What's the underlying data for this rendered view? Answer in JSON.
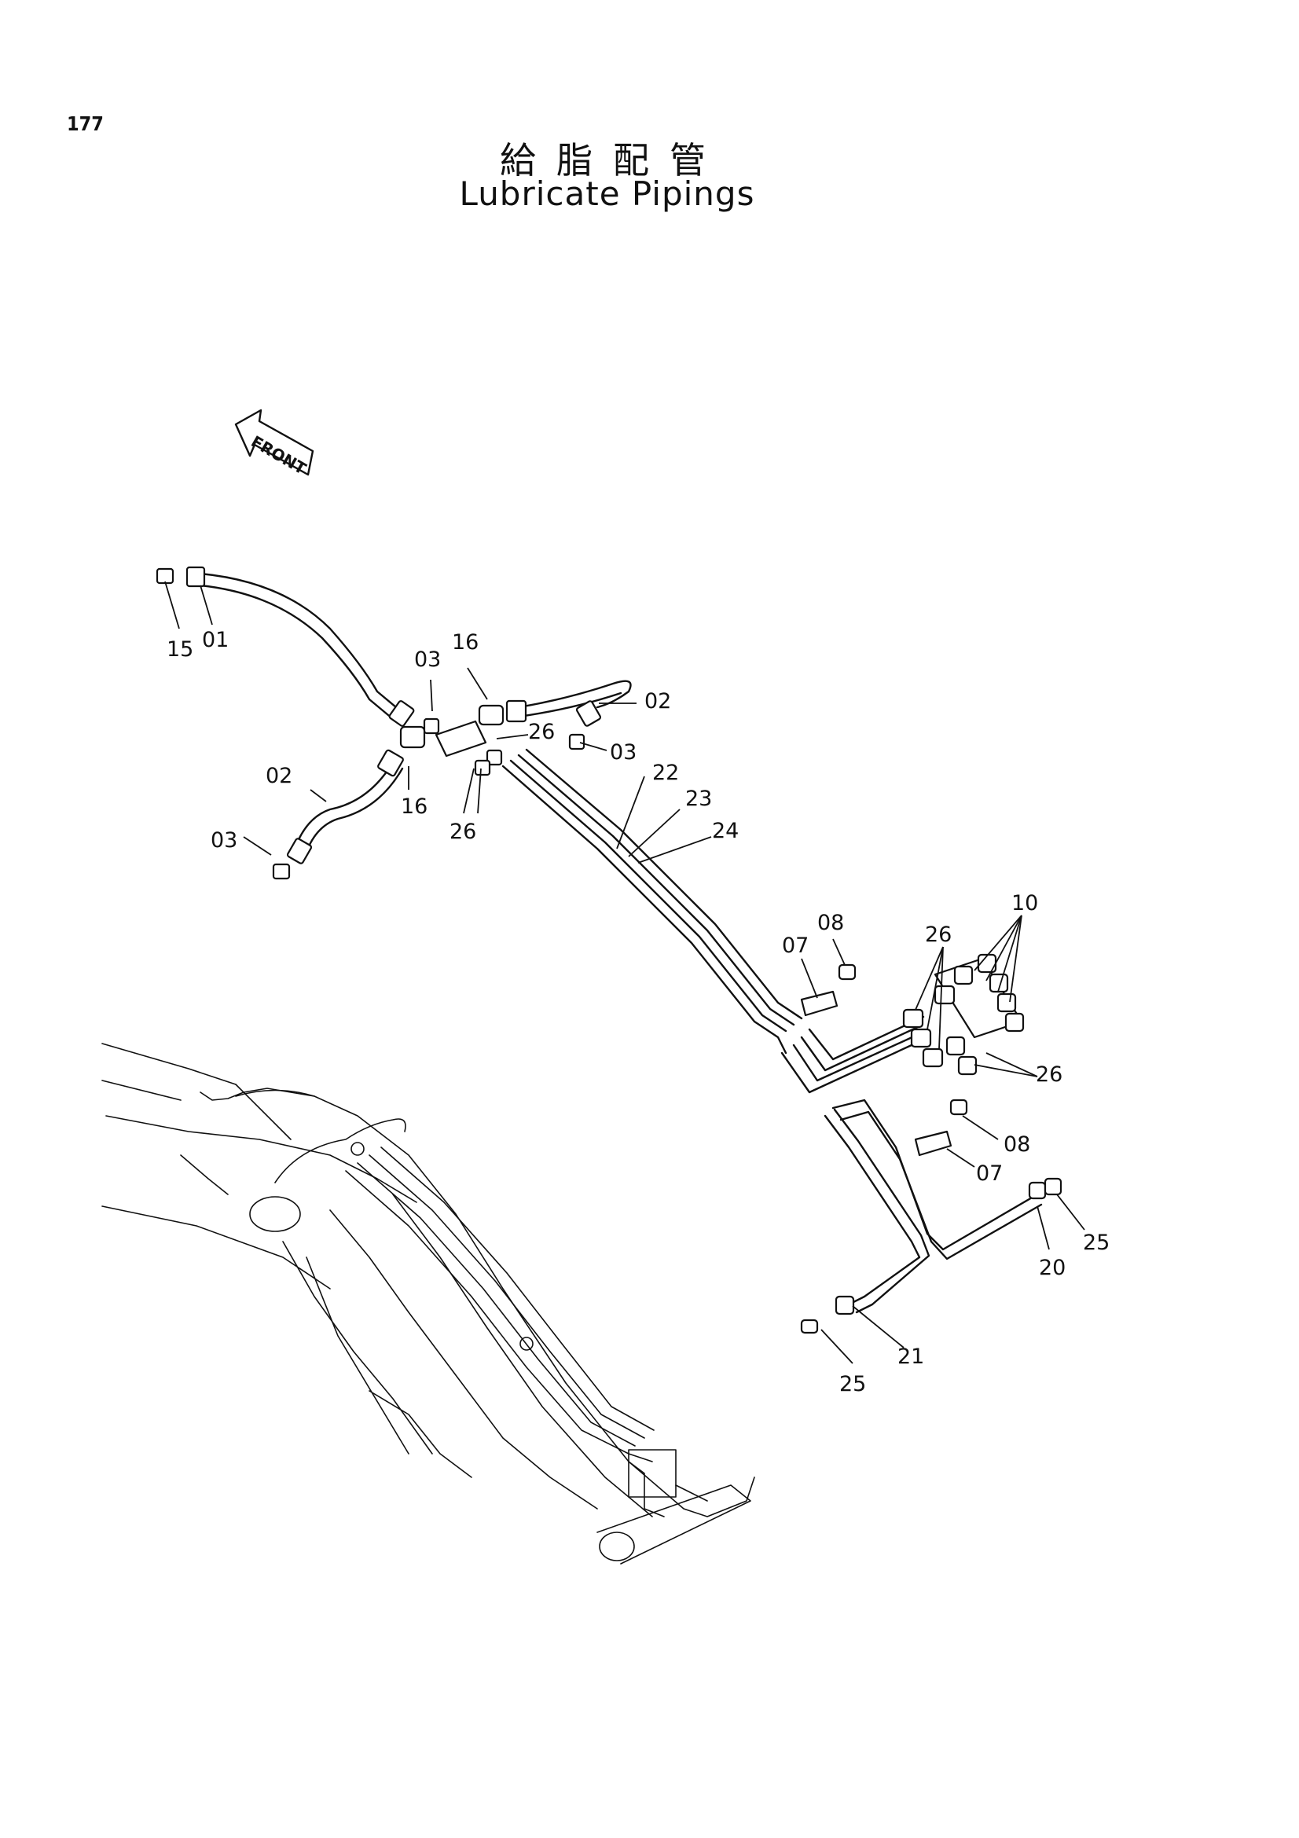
{
  "page_number": "177",
  "title_jp": "給脂配管",
  "title_en": "Lubricate Pipings",
  "direction_label": "FRONT",
  "callouts": [
    "15",
    "01",
    "03",
    "16",
    "02",
    "02",
    "03",
    "26",
    "03",
    "16",
    "03",
    "26",
    "22",
    "23",
    "24",
    "08",
    "07",
    "26",
    "10",
    "26",
    "08",
    "07",
    "25",
    "20",
    "21",
    "25"
  ]
}
